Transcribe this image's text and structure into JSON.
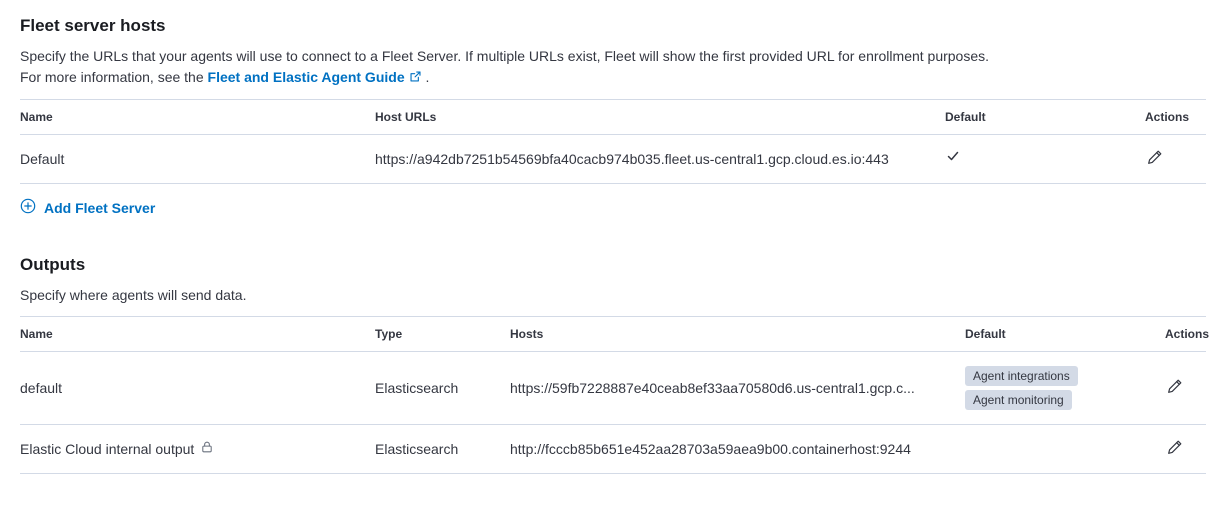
{
  "colors": {
    "link_blue": "#0071c2",
    "text": "#343741",
    "heading": "#1a1c21",
    "table_border": "#d3dae6",
    "badge_background": "#d3dae6"
  },
  "fleet_server_hosts": {
    "title": "Fleet server hosts",
    "description_line1": "Specify the URLs that your agents will use to connect to a Fleet Server. If multiple URLs exist, Fleet will show the first provided URL for enrollment purposes.",
    "description_line2_prefix": "For more information, see the ",
    "guide_link_label": "Fleet and Elastic Agent Guide",
    "description_line2_suffix": " .",
    "table": {
      "headers": [
        "Name",
        "Host URLs",
        "Default",
        "Actions"
      ],
      "rows": [
        {
          "name": "Default",
          "host_urls": "https://a942db7251b54569bfa40cacb974b035.fleet.us-central1.gcp.cloud.es.io:443",
          "default": true
        }
      ]
    },
    "add_fleet_server_label": "Add Fleet Server"
  },
  "outputs": {
    "title": "Outputs",
    "description": "Specify where agents will send data.",
    "table": {
      "headers": [
        "Name",
        "Type",
        "Hosts",
        "Default",
        "Actions"
      ],
      "rows": [
        {
          "name": "default",
          "type": "Elasticsearch",
          "hosts": "https://59fb7228887e40ceab8ef33aa70580d6.us-central1.gcp.c...",
          "badges": [
            "Agent integrations",
            "Agent monitoring"
          ],
          "locked": false
        },
        {
          "name": "Elastic Cloud internal output",
          "type": "Elasticsearch",
          "hosts": "http://fcccb85b651e452aa28703a59aea9b00.containerhost:9244",
          "badges": [],
          "locked": true
        }
      ]
    }
  }
}
